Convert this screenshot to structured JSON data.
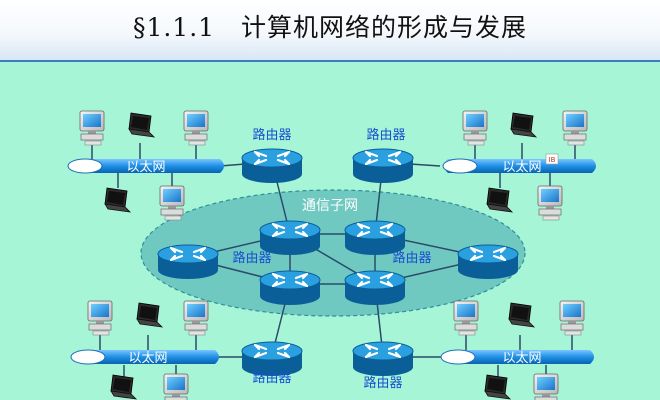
{
  "header": {
    "title": "§1.1.1　计算机网络的形成与发展"
  },
  "diagram": {
    "subnet_label": "通信子网",
    "ethernet_label": "以太网",
    "router_label": "路由器",
    "ethernet_badge": "IB",
    "colors": {
      "background": "#a6f5d6",
      "subnet": "#6fc9c0",
      "router_top": "#2aa0e0",
      "router_side": "#0b5f98",
      "bus": "#1e90e6",
      "link": "#2b4a6a"
    }
  }
}
